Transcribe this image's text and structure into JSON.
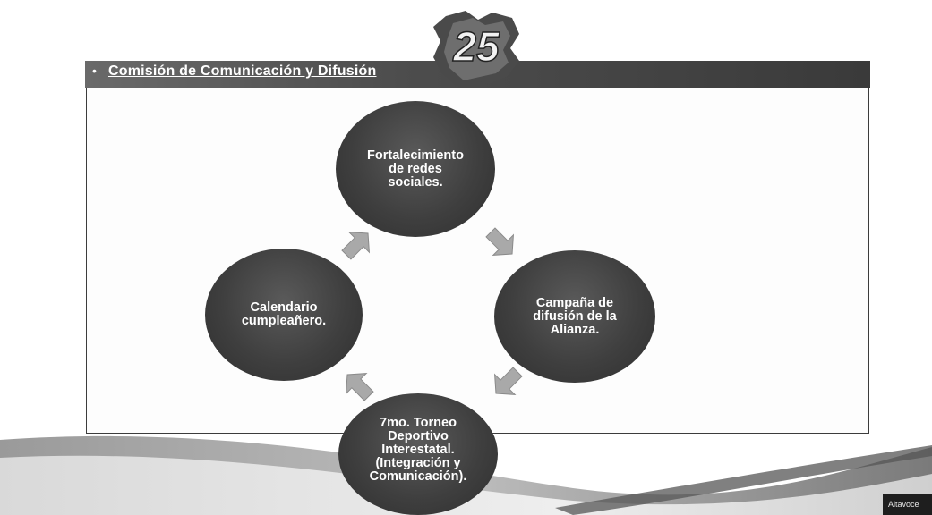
{
  "header": {
    "bullet": "•",
    "title": "Comisión de Comunicación y Difusión"
  },
  "logo": {
    "text": "25"
  },
  "diagram": {
    "nodes": [
      {
        "id": "top",
        "label": "Fortalecimiento\nde redes\nsociales."
      },
      {
        "id": "right",
        "label": "Campaña de\ndifusión de la\nAlianza."
      },
      {
        "id": "bottom",
        "label": "7mo. Torneo\nDeportivo\nInterestatal.\n(Integración y\nComunicación)."
      },
      {
        "id": "left",
        "label": "Calendario\ncumpleañero."
      }
    ],
    "arrow_color": "#a9a9a9",
    "node_color": "#3f3f3f"
  },
  "badge": {
    "text": "Altavoce"
  }
}
